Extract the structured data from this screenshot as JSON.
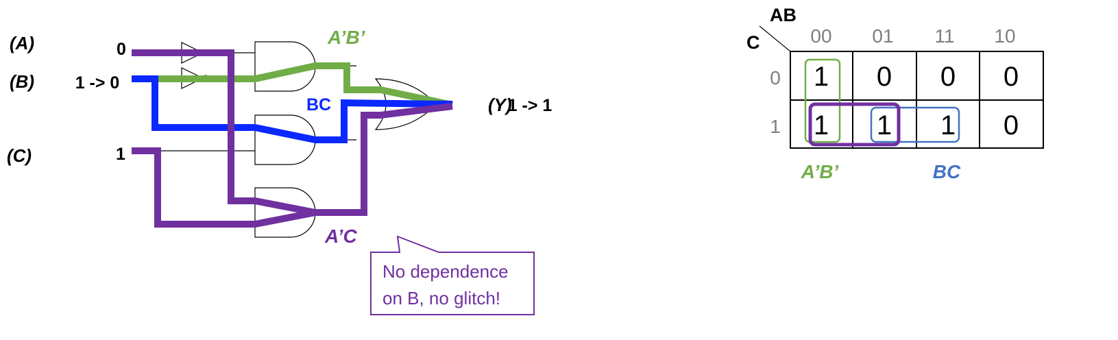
{
  "circuit": {
    "inputs": [
      {
        "name": "(A)",
        "value": "0"
      },
      {
        "name": "(B)",
        "value": "1 -> 0"
      },
      {
        "name": "(C)",
        "value": "1"
      }
    ],
    "output": {
      "name": "(Y)",
      "value": "1 -> 1"
    },
    "terms": {
      "green": "A’B’",
      "blue": "BC",
      "purple": "A’C"
    },
    "colors": {
      "green": "#70ad47",
      "blue": "#0a28ff",
      "purple": "#7030a0",
      "gate_highlight": "#2e75b6"
    }
  },
  "kmap": {
    "row_var": "C",
    "col_var": "AB",
    "col_headers": [
      "00",
      "01",
      "11",
      "10"
    ],
    "row_headers": [
      "0",
      "1"
    ],
    "cells": [
      [
        "1",
        "0",
        "0",
        "0"
      ],
      [
        "1",
        "1",
        "1",
        "0"
      ]
    ],
    "term_labels": {
      "green": "A’B’",
      "blue": "BC"
    },
    "colors": {
      "green": "#70ad47",
      "blue": "#4472c4",
      "purple": "#7030a0"
    }
  },
  "callout": {
    "line1": "No dependence",
    "line2": "on B, no glitch!"
  }
}
